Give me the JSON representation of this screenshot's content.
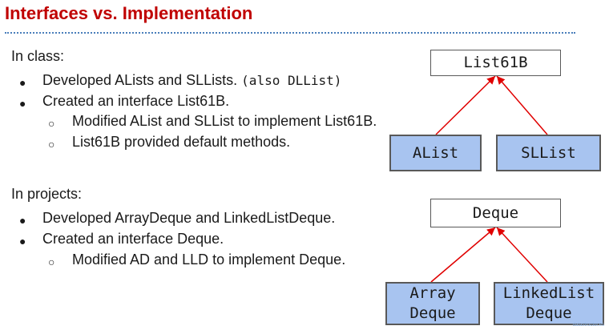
{
  "title": "Interfaces vs. Implementation",
  "in_class": {
    "heading": "In class:",
    "items": [
      {
        "text": "Developed ALists and SLLists.",
        "note": "(also DLList)"
      },
      {
        "text": "Created an interface List61B."
      }
    ],
    "subitems": [
      "Modified AList and SLList to implement List61B.",
      "List61B provided default methods."
    ]
  },
  "in_projects": {
    "heading": "In projects:",
    "items": [
      "Developed ArrayDeque and LinkedListDeque.",
      "Created an interface Deque."
    ],
    "subitems": [
      "Modified AD and LLD to implement Deque."
    ]
  },
  "diagram1": {
    "interface": "List61B",
    "impl_left": "AList",
    "impl_right": "SLList"
  },
  "diagram2": {
    "interface": "Deque",
    "impl_left_line1": "Array",
    "impl_left_line2": "Deque",
    "impl_right_line1": "LinkedList",
    "impl_right_line2": "Deque"
  },
  "footer": "datastructur.es",
  "colors": {
    "title": "#c00000",
    "impl_fill": "#a8c4f0",
    "arrow": "#e00000",
    "rule": "#4a7ebb"
  }
}
